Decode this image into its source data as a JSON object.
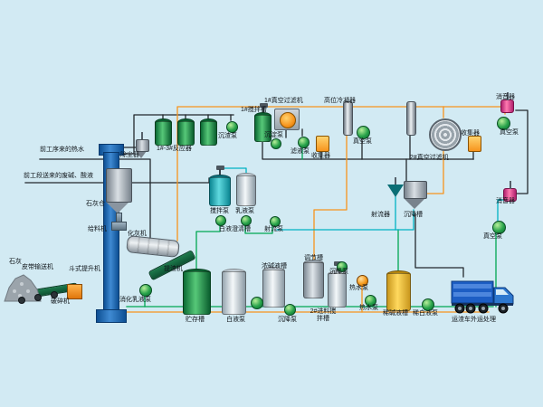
{
  "colors": {
    "background": "#d2eaf3",
    "pipe_black": "#23282d",
    "pipe_orange": "#f7941d",
    "pipe_green": "#00a651",
    "pipe_teal": "#00b2c3",
    "equipment_green": "#2fa85c",
    "elevator_blue": "#1e64ad",
    "truck_blue": "#1d5ec4",
    "muffler_pink": "#d6448c",
    "tank_yellow": "#f5c63c"
  },
  "labels": {
    "hot_water_in": "前工序来的热水",
    "waste_liquor_in": "前工段送来的废碱、酸液",
    "dust_collector": "除尘器",
    "lime_silo": "石灰仓",
    "feeder": "给料机",
    "lime_slaker": "化灰机",
    "lime": "石灰",
    "belt_conveyor": "皮带输送机",
    "crusher": "破碎机",
    "bucket_elevator": "斗式提升机",
    "digestion_emulsion_pump": "消化乳液泵",
    "slag_extractor": "提渣机",
    "reactors": "1#-3#反应器",
    "slag_pump": "沉渣泵",
    "mixing_tank_1": "1#搅拌槽",
    "vacuum_filter_1": "1#真空过滤机",
    "high_condenser": "高位冷凝器",
    "settling_pump_top": "沉淀泵",
    "filtrate_pump": "滤液泵",
    "collector_1": "收集器",
    "vacuum_pump_1": "真空泵",
    "muffler_1": "消音器",
    "vacuum_pump_2": "真空泵",
    "collector_2": "收集器",
    "vacuum_filter_2": "2#真空过滤机",
    "agitator_pump": "搅拌泵",
    "emulsion_pump": "乳液泵",
    "white_liquor_clarifier": "白液澄清槽",
    "jet_pump": "射流泵",
    "jet_device": "射流器",
    "settling_tank": "沉降槽",
    "muffler_2": "消音器",
    "vacuum_pump_3": "真空泵",
    "storage_tank": "贮存槽",
    "white_liquor_pump": "白液泵",
    "strong_alkali_tank": "浓碱液槽",
    "settling_pump_1": "沉降泵",
    "regulating_tank": "调节槽",
    "feed_mixing_tank_2": "2#进料搅拌槽",
    "settling_pump_2": "沉降泵",
    "hot_water_pump_1": "热水泵",
    "hot_water_pump_2": "热水泵",
    "dilute_alkali_tank": "稀碱液槽",
    "dilute_white_pump": "稀白液泵",
    "slag_truck": "运渣车外运处理"
  }
}
